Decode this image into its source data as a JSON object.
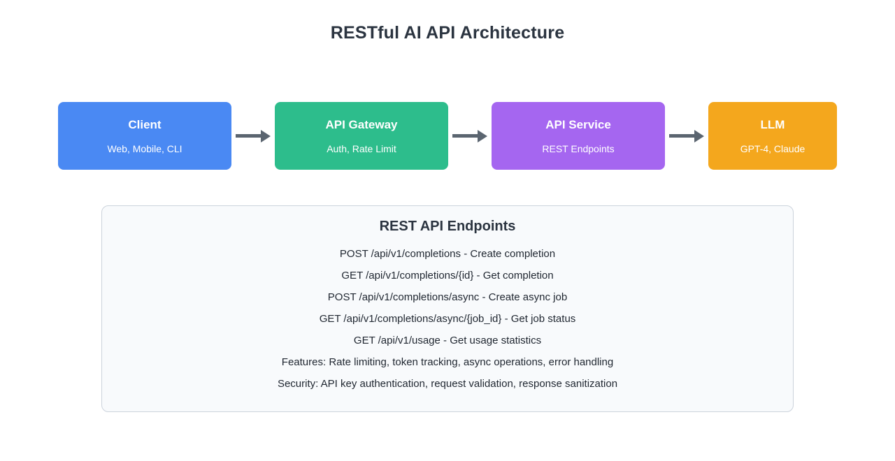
{
  "title": "RESTful AI API Architecture",
  "flow": {
    "arrow_color": "#5b6570",
    "nodes": [
      {
        "label": "Client",
        "sublabel": "Web, Mobile, CLI",
        "color": "#4a89f3"
      },
      {
        "label": "API Gateway",
        "sublabel": "Auth, Rate Limit",
        "color": "#2dbd8c"
      },
      {
        "label": "API Service",
        "sublabel": "REST Endpoints",
        "color": "#a566f0"
      },
      {
        "label": "LLM",
        "sublabel": "GPT-4, Claude",
        "color": "#f4a71d"
      }
    ]
  },
  "endpoints_panel": {
    "title": "REST API Endpoints",
    "lines": [
      "POST /api/v1/completions - Create completion",
      "GET /api/v1/completions/{id} - Get completion",
      "POST /api/v1/completions/async - Create async job",
      "GET /api/v1/completions/async/{job_id} - Get job status",
      "GET /api/v1/usage - Get usage statistics",
      "Features: Rate limiting, token tracking, async operations, error handling",
      "Security: API key authentication, request validation, response sanitization"
    ]
  }
}
